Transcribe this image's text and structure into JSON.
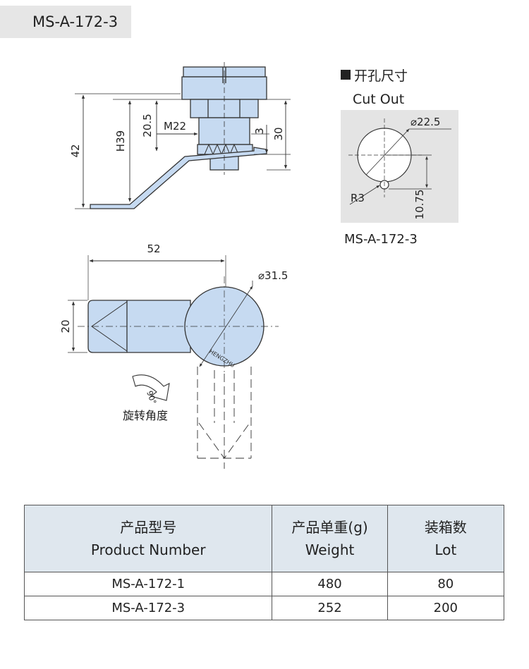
{
  "header": {
    "model": "MS-A-172-3"
  },
  "side_view": {
    "dims": {
      "d42": "42",
      "h39": "H39",
      "d20_5": "20.5",
      "m22": "M22",
      "d3": "3",
      "d30": "30"
    }
  },
  "cutout": {
    "title_cn": "开孔尺寸",
    "title_en": "Cut Out",
    "dims": {
      "dia": "⌀22.5",
      "r3": "R3",
      "d10_75": "10.75"
    },
    "caption": "MS-A-172-3"
  },
  "front_view": {
    "dims": {
      "d52": "52",
      "dia": "⌀31.5",
      "d20": "20"
    },
    "brand": "HENGZHU",
    "angle": "90°",
    "rotation_label": "旋转角度"
  },
  "table": {
    "headers": [
      {
        "cn": "产品型号",
        "en": "Product Number"
      },
      {
        "cn": "产品单重(g)",
        "en": "Weight"
      },
      {
        "cn": "装箱数",
        "en": "Lot"
      }
    ],
    "rows": [
      {
        "product": "MS-A-172-1",
        "weight": "480",
        "lot": "80"
      },
      {
        "product": "MS-A-172-3",
        "weight": "252",
        "lot": "200"
      }
    ]
  },
  "colors": {
    "part_fill": "#c6daf1",
    "cutout_bg": "#e4e4e4",
    "table_header_bg": "#dfe7ee",
    "line": "#333333"
  }
}
